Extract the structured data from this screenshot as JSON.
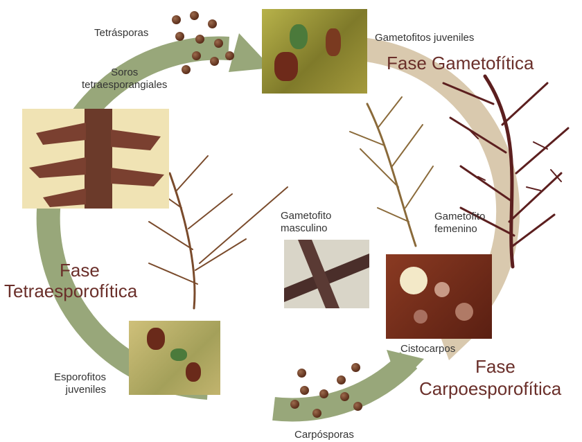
{
  "labels": {
    "tetrasporas": "Tetrásporas",
    "soros": "Soros\ntetraesporangiales",
    "gametofitos_juveniles": "Gametofitos juveniles",
    "fase_gametofitica": "Fase Gametofítica",
    "gametofito_masculino": "Gametofito\nmasculino",
    "gametofito_femenino": "Gametofito\nfemenino",
    "fase_tetraesporofitica_1": "Fase",
    "fase_tetraesporofitica_2": "Tetraesporofítica",
    "esporofitos_juveniles": "Esporofitos\njuveniles",
    "cistocarpos": "Cistocarpos",
    "fase_carpoesporofitica_1": "Fase",
    "fase_carpoesporofitica_2": "Carpoesporofítica",
    "carposporas": "Carpósporas"
  },
  "colors": {
    "arc_green": "#98a77a",
    "arc_tan": "#d9c9ae",
    "phase_text": "#6a2f2a",
    "spore": "#5a2d1a",
    "alga_red": "#5c1f1f",
    "alga_brown": "#7a4b2c"
  }
}
